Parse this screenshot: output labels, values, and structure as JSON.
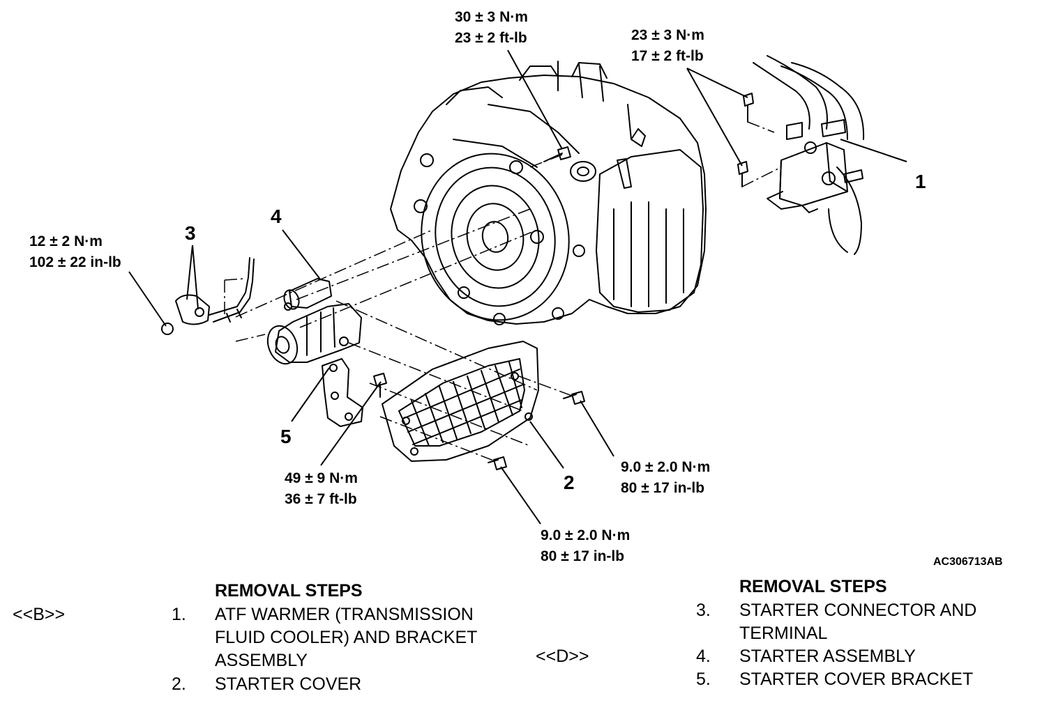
{
  "figure_id": "AC306713AB",
  "callouts": {
    "c1": "1",
    "c2": "2",
    "c3": "3",
    "c4": "4",
    "c5": "5"
  },
  "torques": {
    "top_center": [
      "30 ± 3 N·m",
      "23 ± 2 ft-lb"
    ],
    "top_right": [
      "23 ± 3 N·m",
      "17 ± 2 ft-lb"
    ],
    "left": [
      "12 ± 2 N·m",
      "102 ± 22 in-lb"
    ],
    "bracket_bolt": [
      "49 ± 9 N·m",
      "36 ± 7 ft-lb"
    ],
    "cover_right": [
      "9.0 ± 2.0 N·m",
      "80 ± 17 in-lb"
    ],
    "cover_bottom": [
      "9.0 ± 2.0 N·m",
      "80 ± 17 in-lb"
    ]
  },
  "steps_left": {
    "heading": "REMOVAL STEPS",
    "ref_b": "<<B>>",
    "item1_num": "1.",
    "item1_lines": [
      "ATF WARMER (TRANSMISSION",
      "FLUID COOLER) AND BRACKET",
      "ASSEMBLY"
    ],
    "item2_num": "2.",
    "item2_text": "STARTER COVER"
  },
  "steps_right": {
    "heading": "REMOVAL STEPS",
    "ref_d": "<<D>>",
    "item3_num": "3.",
    "item3_lines": [
      "STARTER CONNECTOR AND",
      "TERMINAL"
    ],
    "item4_num": "4.",
    "item4_text": "STARTER ASSEMBLY",
    "item5_num": "5.",
    "item5_text": "STARTER COVER BRACKET"
  }
}
